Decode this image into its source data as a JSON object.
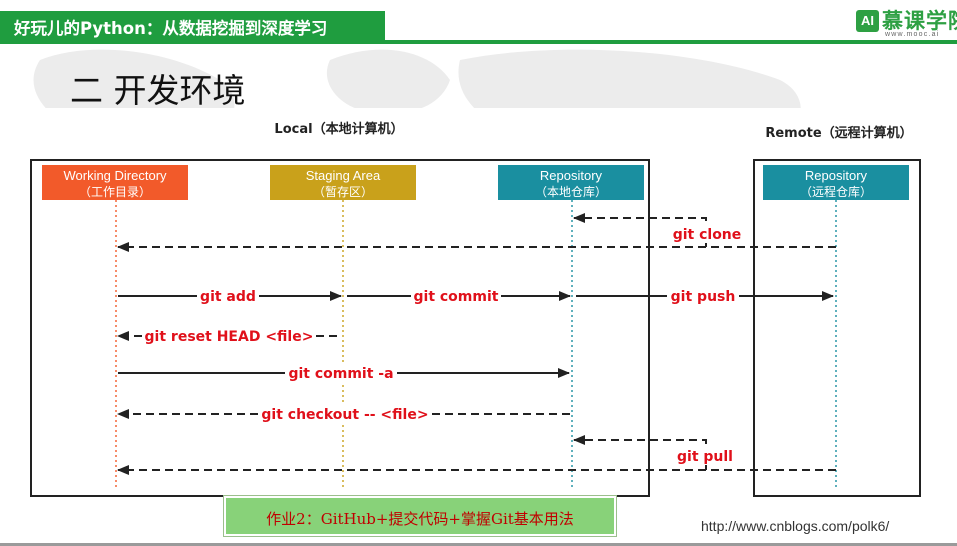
{
  "header": {
    "course_title": "好玩儿的Python：从数据挖掘到深度学习",
    "brand_name": "慕课学院",
    "brand_mark": "AI",
    "brand_url": "www.mooc.ai",
    "accent_color": "#1f9d3f"
  },
  "slide": {
    "title": "二  开发环境"
  },
  "diagram": {
    "local_label": "Local（本地计算机）",
    "remote_label": "Remote（远程计算机）",
    "areas": [
      {
        "name": "Working Directory",
        "subtitle": "（工作目录）",
        "color": "#f25a2a"
      },
      {
        "name": "Staging Area",
        "subtitle": "（暂存区）",
        "color": "#c9a11b"
      },
      {
        "name": "Repository",
        "subtitle": "（本地仓库）",
        "color": "#1a8fa0"
      },
      {
        "name": "Repository",
        "subtitle": "（远程仓库）",
        "color": "#1a8fa0"
      }
    ],
    "commands": {
      "git_clone": "git clone",
      "git_add": "git add",
      "git_commit": "git commit",
      "git_push": "git push",
      "git_reset": "git reset HEAD <file>",
      "git_commit_a": "git commit -a",
      "git_checkout": "git checkout -- <file>",
      "git_pull": "git pull"
    },
    "command_color": "#e0101a"
  },
  "footer": {
    "homework": "作业2：GitHub+提交代码+掌握Git基本用法",
    "source_url": "http://www.cnblogs.com/polk6/"
  }
}
